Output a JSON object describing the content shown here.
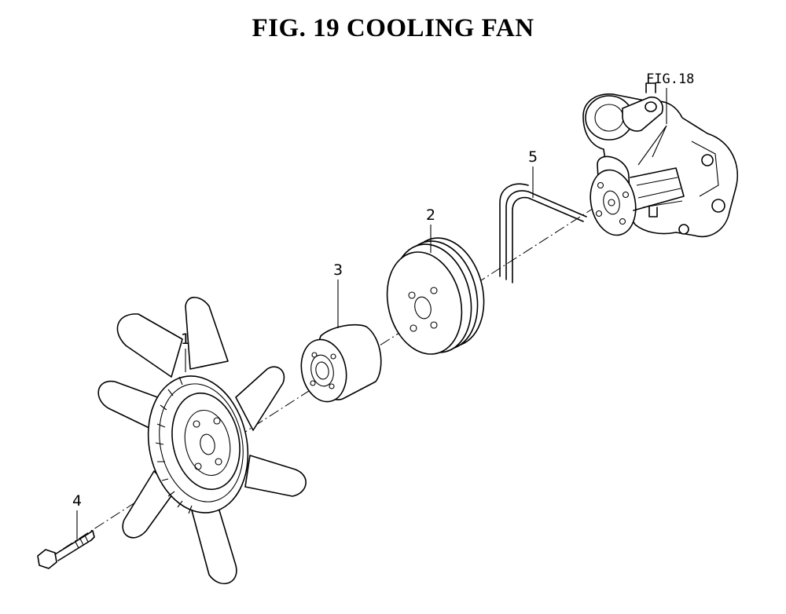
{
  "title": "FIG. 19  COOLING FAN",
  "reference": "FIG.18",
  "callouts": [
    {
      "id": "fan",
      "label": "1"
    },
    {
      "id": "pulley",
      "label": "2"
    },
    {
      "id": "spacer",
      "label": "3"
    },
    {
      "id": "bolt",
      "label": "4"
    },
    {
      "id": "belt",
      "label": "5"
    }
  ]
}
